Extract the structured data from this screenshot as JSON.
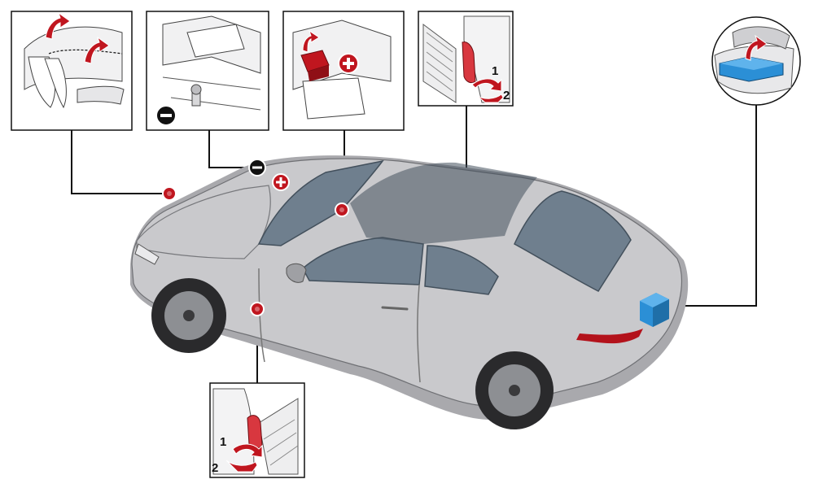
{
  "diagram": {
    "subject": "coupe-cutaway-battery-and-jump-start-points",
    "colors": {
      "body": "#c9c9cc",
      "body_shadow": "#a9a9ad",
      "glass": "#6f7f8e",
      "glass_dark": "#43505c",
      "marker": "#c0161f",
      "battery": "#2b8fd6",
      "line": "#111111",
      "tail_light": "#b3121b"
    },
    "icons": {
      "negative_terminal": "minus-circle-icon",
      "positive_terminal": "plus-circle-icon",
      "lift_arrow": "curved-up-arrow-icon",
      "marker": "red-dot-marker-icon"
    },
    "callouts": {
      "door_sill_top": {
        "step1": "1",
        "step2": "2"
      },
      "door_sill_bottom": {
        "step1": "1",
        "step2": "2"
      }
    }
  }
}
